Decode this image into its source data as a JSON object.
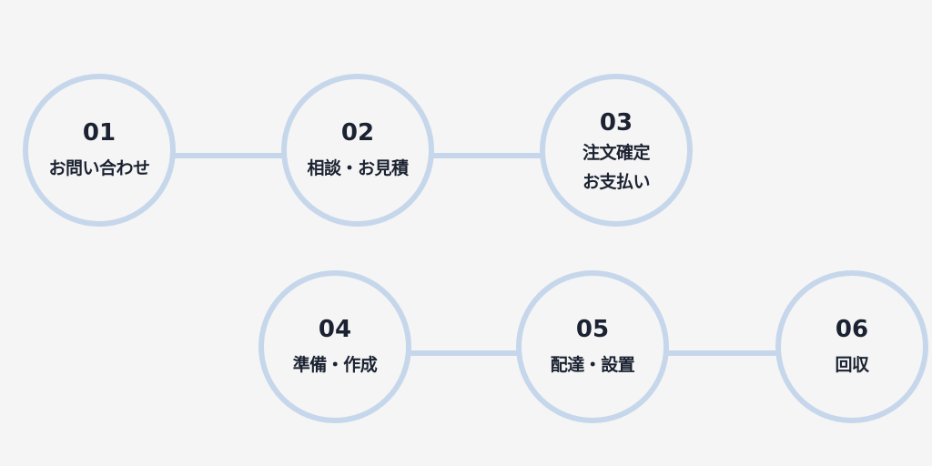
{
  "steps": [
    {
      "number": "01",
      "label": "お問い合わせ"
    },
    {
      "number": "02",
      "label": "相談・お見積"
    },
    {
      "number": "03",
      "label": "注文確定\nお支払い"
    },
    {
      "number": "04",
      "label": "準備・作成"
    },
    {
      "number": "05",
      "label": "配達・設置"
    },
    {
      "number": "06",
      "label": "回収"
    }
  ],
  "colors": {
    "circle_border": "#c6d7eb",
    "text": "#1b2231",
    "background": "#f5f5f5"
  }
}
